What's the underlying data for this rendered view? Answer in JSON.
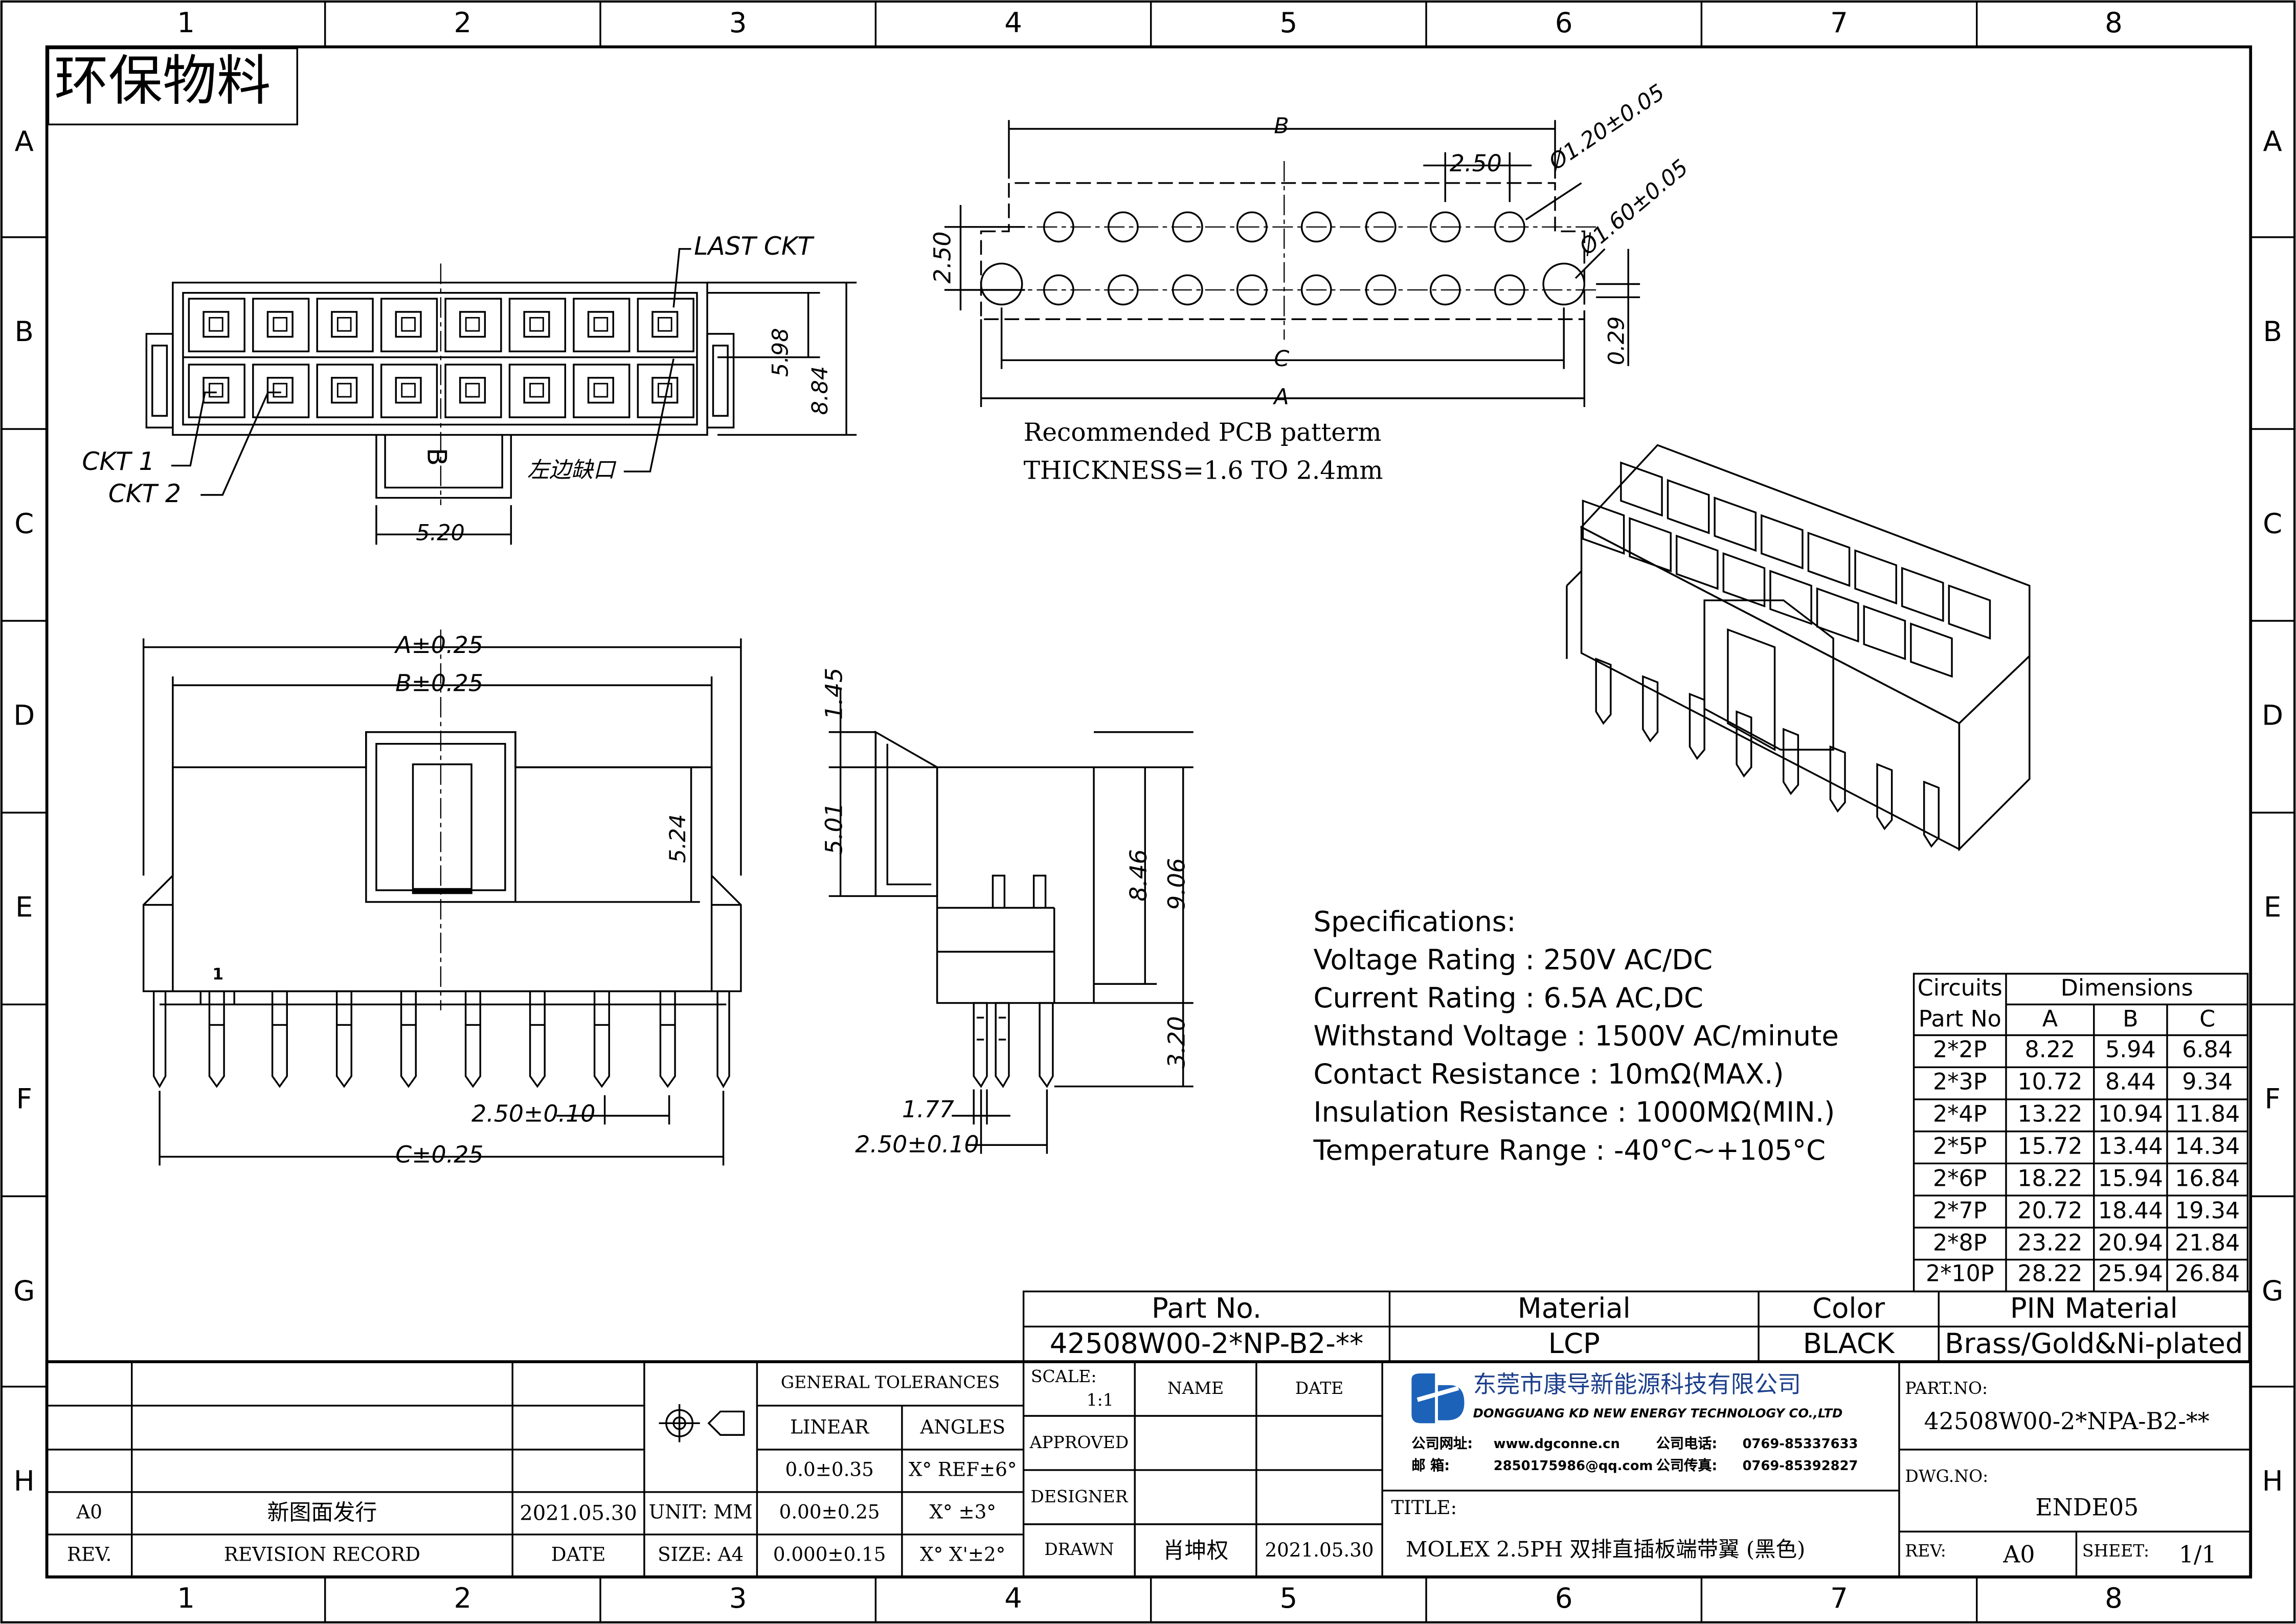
{
  "frame": {
    "col_labels": [
      "1",
      "2",
      "3",
      "4",
      "5",
      "6",
      "7",
      "8"
    ],
    "row_labels": [
      "A",
      "B",
      "C",
      "D",
      "E",
      "F",
      "G",
      "H"
    ]
  },
  "stamp": "环保物料",
  "top_view": {
    "last_ckt": "LAST CKT",
    "ckt1": "CKT 1",
    "ckt2": "CKT 2",
    "notch": "左边缺口",
    "key_letter": "B",
    "dim_width": "5.20",
    "dim_h1": "5.98",
    "dim_h2": "8.84"
  },
  "pcb": {
    "dim_b": "B",
    "dim_c": "C",
    "dim_a": "A",
    "pitch": "2.50",
    "row_pitch": "2.50",
    "offset": "0.29",
    "hole_small": "Ø1.20±0.05",
    "hole_large": "Ø1.60±0.05",
    "note1": "Recommended PCB patterm",
    "note2": "THICKNESS=1.6 TO 2.4mm"
  },
  "front_view": {
    "dim_a": "A±0.25",
    "dim_b": "B±0.25",
    "dim_c": "C±0.25",
    "pitch": "2.50±0.10",
    "height": "5.24",
    "pin1": "1"
  },
  "side_view": {
    "d145": "1.45",
    "d501": "5.01",
    "d846": "8.46",
    "d906": "9.06",
    "d320": "3.20",
    "d177": "1.77",
    "pitch": "2.50±0.10"
  },
  "specs": {
    "heading": "Specifications:",
    "lines": [
      "Voltage Rating : 250V AC/DC",
      "Current Rating : 6.5A AC,DC",
      "Withstand Voltage : 1500V AC/minute",
      "Contact Resistance : 10mΩ(MAX.)",
      "Insulation Resistance : 1000MΩ(MIN.)",
      "Temperature Range : -40°C~+105°C"
    ]
  },
  "dim_table": {
    "h_circuits": "Circuits",
    "h_part_no": "Part No",
    "h_dimensions": "Dimensions",
    "cols": [
      "A",
      "B",
      "C"
    ],
    "rows": [
      [
        "2*2P",
        "8.22",
        "5.94",
        "6.84"
      ],
      [
        "2*3P",
        "10.72",
        "8.44",
        "9.34"
      ],
      [
        "2*4P",
        "13.22",
        "10.94",
        "11.84"
      ],
      [
        "2*5P",
        "15.72",
        "13.44",
        "14.34"
      ],
      [
        "2*6P",
        "18.22",
        "15.94",
        "16.84"
      ],
      [
        "2*7P",
        "20.72",
        "18.44",
        "19.34"
      ],
      [
        "2*8P",
        "23.22",
        "20.94",
        "21.84"
      ],
      [
        "2*10P",
        "28.22",
        "25.94",
        "26.84"
      ]
    ]
  },
  "part_table": {
    "h_part": "Part No.",
    "h_material": "Material",
    "h_color": "Color",
    "h_pin": "PIN Material",
    "part": "42508W00-2*NP-B2-**",
    "material": "LCP",
    "color": "BLACK",
    "pin": "Brass/Gold&Ni-plated"
  },
  "title_block": {
    "rev_row": {
      "rev": "A0",
      "record": "新图面发行",
      "date": "2021.05.30"
    },
    "h_rev": "REV.",
    "h_record": "REVISION RECORD",
    "h_date": "DATE",
    "unit": "UNIT: MM",
    "size": "SIZE: A4",
    "general_tol": "GENERAL TOLERANCES",
    "linear": "LINEAR",
    "angles": "ANGLES",
    "tol1": "0.0±0.35",
    "tol2": "0.00±0.25",
    "tol3": "0.000±0.15",
    "ang1": "X° REF±6°",
    "ang2": "X° ±3°",
    "ang3": "X° X'±2°",
    "scale_label": "SCALE:",
    "scale_value": "1:1",
    "h_name": "NAME",
    "h_date2": "DATE",
    "approved": "APPROVED",
    "designer": "DESIGNER",
    "drawn": "DRAWN",
    "drawn_name": "肖坤权",
    "drawn_date": "2021.05.30",
    "company_cn": "东莞市康导新能源科技有限公司",
    "company_en": "DONGGUANG KD NEW ENERGY TECHNOLOGY CO.,LTD",
    "web_label": "公司网址:",
    "web": "www.dgconne.cn",
    "tel_label": "公司电话:",
    "tel": "0769-85337633",
    "mail_label": "邮 箱:",
    "mail": "2850175986@qq.com",
    "fax_label": "公司传真:",
    "fax": "0769-85392827",
    "title_label": "TITLE:",
    "title": "MOLEX 2.5PH 双排直插板端带翼 (黑色)",
    "part_no_label": "PART.NO:",
    "part_no": "42508W00-2*NPA-B2-**",
    "dwg_no_label": "DWG.NO:",
    "dwg_no": "ENDE05",
    "rev_label": "REV:",
    "rev": "A0",
    "sheet_label": "SHEET:",
    "sheet": "1/1"
  }
}
